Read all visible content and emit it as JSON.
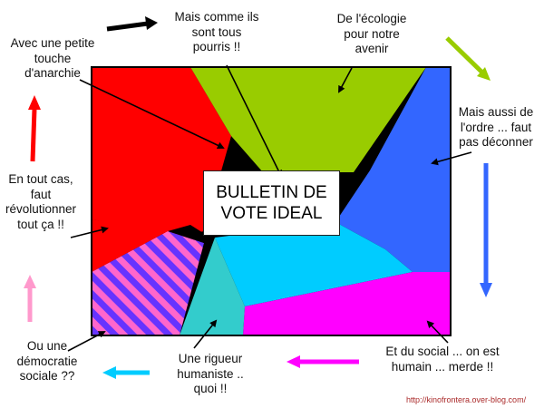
{
  "title": [
    "BULLETIN DE",
    "VOTE IDEAL"
  ],
  "labels": {
    "anarchie": [
      "Avec une petite",
      "touche",
      "d'anarchie"
    ],
    "pourris": [
      "Mais comme ils",
      "sont tous",
      "pourris !!"
    ],
    "ecologie": [
      "De l'écologie",
      "pour notre",
      "avenir"
    ],
    "ordre": [
      "Mais aussi de",
      "l'ordre ... faut",
      "pas déconner"
    ],
    "revolution": [
      "En tout cas,",
      "faut",
      "révolutionner",
      "tout ça !!"
    ],
    "democratie": [
      "Ou une",
      "démocratie",
      "sociale ??"
    ],
    "humaniste": [
      "Une rigueur",
      "humaniste ..",
      "quoi !!"
    ],
    "social": [
      "Et du social ... on est",
      "humain ... merde !!"
    ]
  },
  "url": "http://kinofrontera.over-blog.com/",
  "colors": {
    "red": "#ff0000",
    "green": "#99cc00",
    "blue": "#3366ff",
    "cyan": "#00ccff",
    "magenta": "#ff00ff",
    "teal": "#33cccc",
    "stripe_pink": "#ff66cc",
    "stripe_purple": "#6633ff",
    "black": "#000000",
    "arrow_black": "#000000",
    "arrow_green": "#99cc00",
    "arrow_blue": "#3366ff",
    "arrow_magenta": "#ff00ff",
    "arrow_cyan": "#00ccff",
    "arrow_pink": "#ff99cc",
    "arrow_red": "#ff0000"
  }
}
